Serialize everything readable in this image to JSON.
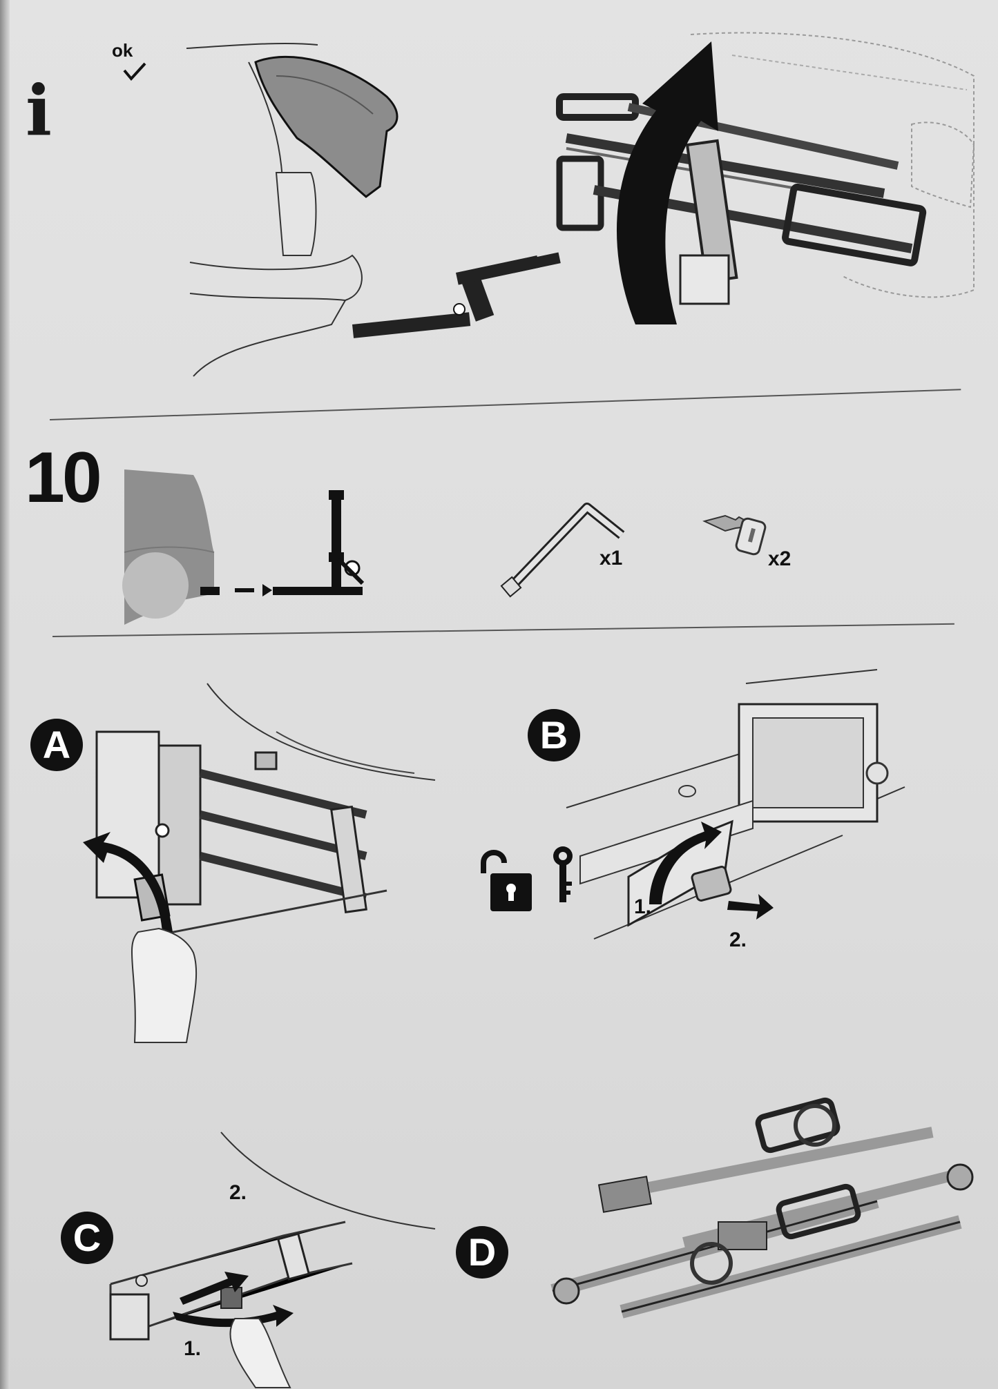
{
  "section_info": {
    "icon": "info-icon",
    "ok_label": "ok",
    "ok_icon": "checkmark-icon"
  },
  "section_10": {
    "step_number": "10",
    "hex_key_qty": "x1",
    "lock_key_qty": "x2"
  },
  "section_A": {
    "badge": "A"
  },
  "section_B": {
    "badge": "B",
    "step1": "1.",
    "step2": "2.",
    "icons": [
      "unlock-icon",
      "key-icon"
    ]
  },
  "section_C": {
    "badge": "C",
    "step1": "1.",
    "step2": "2."
  },
  "section_D": {
    "badge": "D"
  },
  "colors": {
    "ink": "#111111",
    "paper": "#dedede",
    "accent_gray": "#8c8c8c"
  }
}
